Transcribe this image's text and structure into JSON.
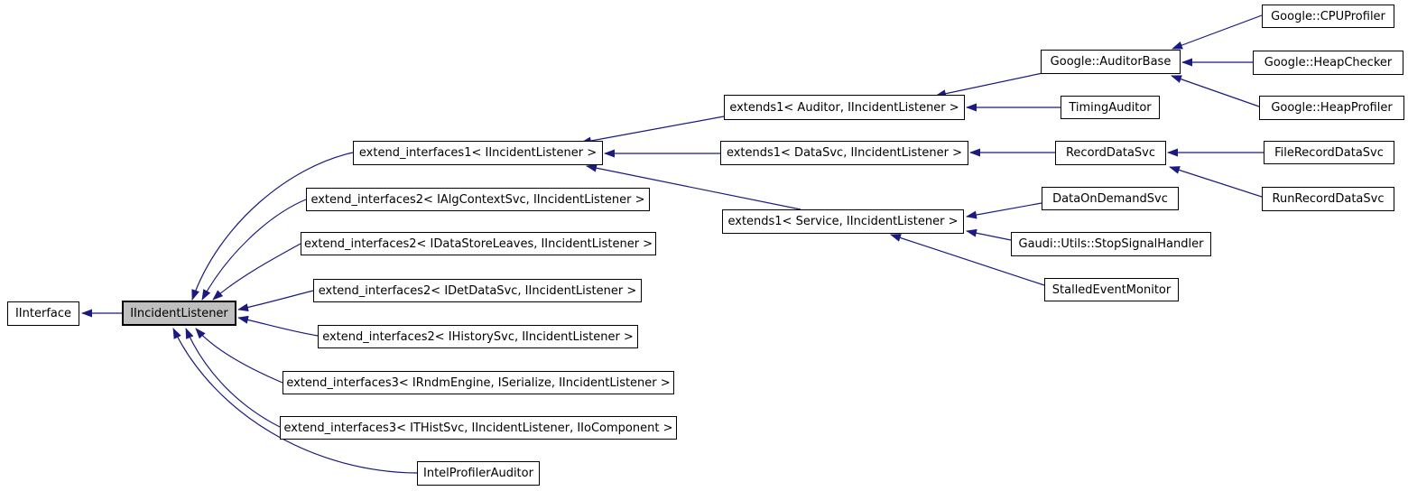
{
  "diagram": {
    "kind": "class-inheritance-graph",
    "selected_node": "IIncidentListener",
    "edge_color": "#1a1a80",
    "selected_fill": "#bfbfbf",
    "node_fill": "#ffffff",
    "nodes": [
      {
        "id": "IInterface",
        "label": "IInterface"
      },
      {
        "id": "IIncidentListener",
        "label": "IIncidentListener",
        "selected": true
      },
      {
        "id": "extend_interfaces1",
        "label": "extend_interfaces1< IIncidentListener >"
      },
      {
        "id": "extend_interfaces2_alg",
        "label": "extend_interfaces2< IAlgContextSvc, IIncidentListener >"
      },
      {
        "id": "extend_interfaces2_dsl",
        "label": "extend_interfaces2< IDataStoreLeaves, IIncidentListener >"
      },
      {
        "id": "extend_interfaces2_det",
        "label": "extend_interfaces2< IDetDataSvc, IIncidentListener >"
      },
      {
        "id": "extend_interfaces2_hist",
        "label": "extend_interfaces2< IHistorySvc, IIncidentListener >"
      },
      {
        "id": "extend_interfaces3_rndm",
        "label": "extend_interfaces3< IRndmEngine, ISerialize, IIncidentListener >"
      },
      {
        "id": "extend_interfaces3_thist",
        "label": "extend_interfaces3< ITHistSvc, IIncidentListener, IIoComponent >"
      },
      {
        "id": "IntelProfilerAuditor",
        "label": "IntelProfilerAuditor"
      },
      {
        "id": "extends1_auditor",
        "label": "extends1< Auditor, IIncidentListener >"
      },
      {
        "id": "extends1_datasvc",
        "label": "extends1< DataSvc, IIncidentListener >"
      },
      {
        "id": "extends1_service",
        "label": "extends1< Service, IIncidentListener >"
      },
      {
        "id": "Google_AuditorBase",
        "label": "Google::AuditorBase"
      },
      {
        "id": "TimingAuditor",
        "label": "TimingAuditor"
      },
      {
        "id": "Google_CPUProfiler",
        "label": "Google::CPUProfiler"
      },
      {
        "id": "Google_HeapChecker",
        "label": "Google::HeapChecker"
      },
      {
        "id": "Google_HeapProfiler",
        "label": "Google::HeapProfiler"
      },
      {
        "id": "RecordDataSvc",
        "label": "RecordDataSvc"
      },
      {
        "id": "FileRecordDataSvc",
        "label": "FileRecordDataSvc"
      },
      {
        "id": "DataOnDemandSvc",
        "label": "DataOnDemandSvc"
      },
      {
        "id": "RunRecordDataSvc",
        "label": "RunRecordDataSvc"
      },
      {
        "id": "Gaudi_Utils_StopSignalHandler",
        "label": "Gaudi::Utils::StopSignalHandler"
      },
      {
        "id": "StalledEventMonitor",
        "label": "StalledEventMonitor"
      }
    ],
    "edges": [
      {
        "from": "IIncidentListener",
        "to": "IInterface"
      },
      {
        "from": "extend_interfaces1",
        "to": "IIncidentListener"
      },
      {
        "from": "extend_interfaces2_alg",
        "to": "IIncidentListener"
      },
      {
        "from": "extend_interfaces2_dsl",
        "to": "IIncidentListener"
      },
      {
        "from": "extend_interfaces2_det",
        "to": "IIncidentListener"
      },
      {
        "from": "extend_interfaces2_hist",
        "to": "IIncidentListener"
      },
      {
        "from": "extend_interfaces3_rndm",
        "to": "IIncidentListener"
      },
      {
        "from": "extend_interfaces3_thist",
        "to": "IIncidentListener"
      },
      {
        "from": "IntelProfilerAuditor",
        "to": "IIncidentListener"
      },
      {
        "from": "extends1_auditor",
        "to": "extend_interfaces1"
      },
      {
        "from": "extends1_datasvc",
        "to": "extend_interfaces1"
      },
      {
        "from": "extends1_service",
        "to": "extend_interfaces1"
      },
      {
        "from": "Google_AuditorBase",
        "to": "extends1_auditor"
      },
      {
        "from": "TimingAuditor",
        "to": "extends1_auditor"
      },
      {
        "from": "Google_CPUProfiler",
        "to": "Google_AuditorBase"
      },
      {
        "from": "Google_HeapChecker",
        "to": "Google_AuditorBase"
      },
      {
        "from": "Google_HeapProfiler",
        "to": "Google_AuditorBase"
      },
      {
        "from": "RecordDataSvc",
        "to": "extends1_datasvc"
      },
      {
        "from": "FileRecordDataSvc",
        "to": "RecordDataSvc"
      },
      {
        "from": "RunRecordDataSvc",
        "to": "RecordDataSvc"
      },
      {
        "from": "DataOnDemandSvc",
        "to": "extends1_service"
      },
      {
        "from": "Gaudi_Utils_StopSignalHandler",
        "to": "extends1_service"
      },
      {
        "from": "StalledEventMonitor",
        "to": "extends1_service"
      }
    ]
  }
}
